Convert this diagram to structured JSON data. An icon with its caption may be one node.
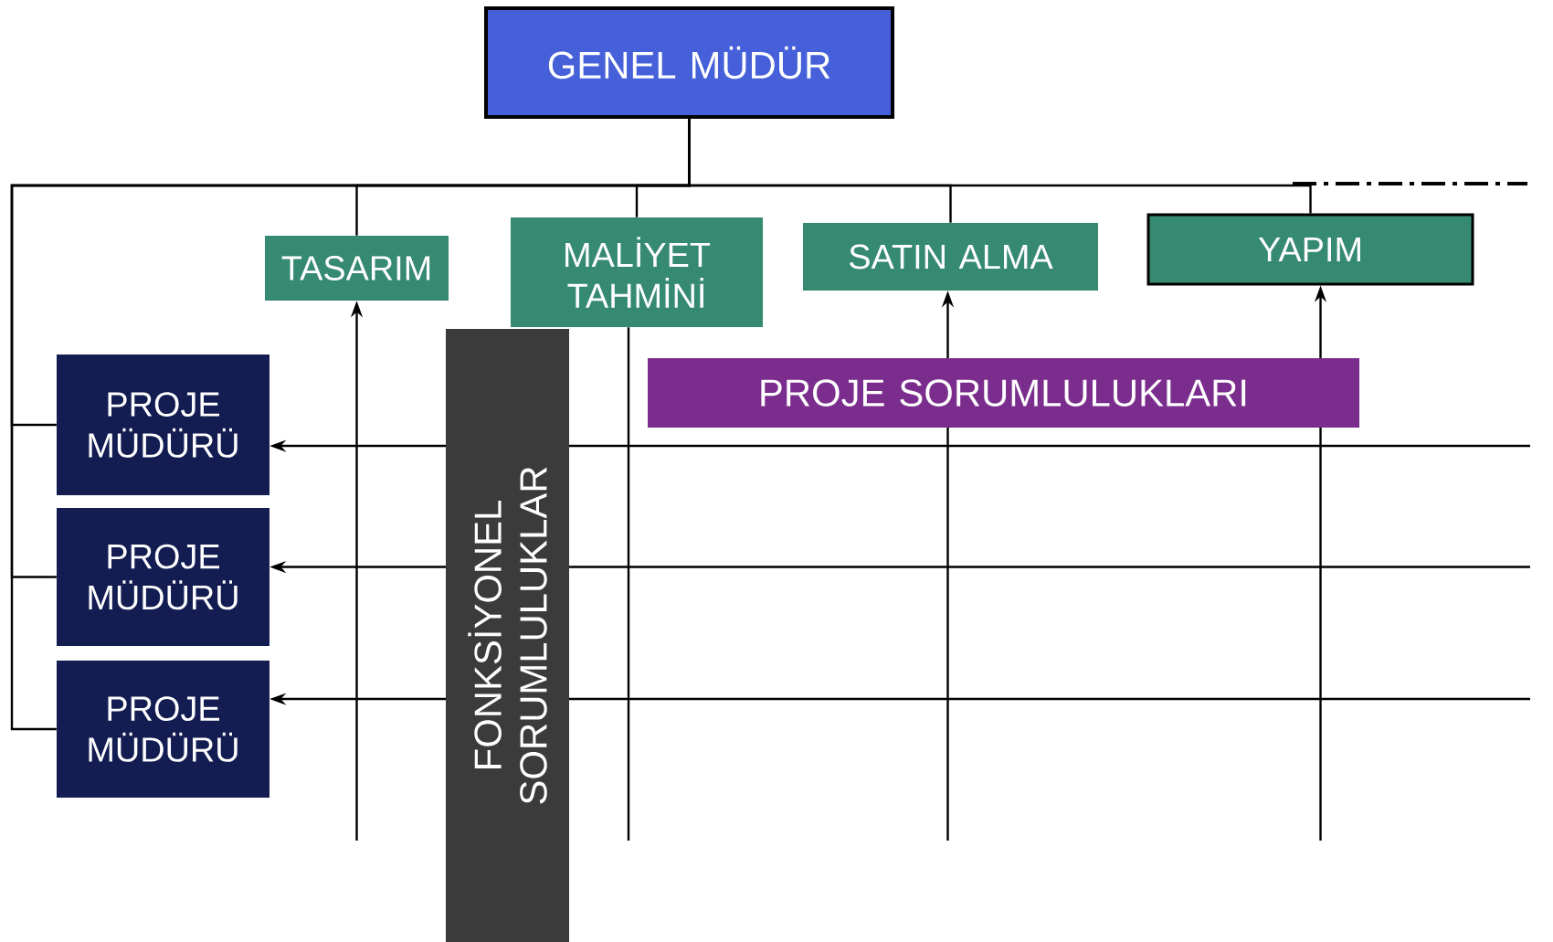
{
  "diagram": {
    "nodes": [
      {
        "text": [
          "GENEL MÜDÜR"
        ]
      },
      {
        "text": [
          "TASARIM"
        ]
      },
      {
        "text": [
          "MALİYET TAHMİNİ"
        ]
      },
      {
        "text": [
          "SATIN ALMA"
        ]
      },
      {
        "text": [
          "YAPIM"
        ]
      },
      {
        "text": [
          "PROJE MÜDÜRÜ"
        ]
      },
      {
        "text": [
          "PROJE MÜDÜRÜ"
        ]
      },
      {
        "text": [
          "PROJE MÜDÜRÜ"
        ]
      },
      {
        "text": [
          "FONKSİYONEL SORUMLULUKLAR"
        ]
      },
      {
        "text": [
          "PROJE SORUMLULUKLARI"
        ]
      }
    ],
    "edges": [
      {
        "from": 0,
        "to": 1,
        "arrow": "none"
      },
      {
        "from": 0,
        "to": 2,
        "arrow": "none"
      },
      {
        "from": 0,
        "to": 3,
        "arrow": "none"
      },
      {
        "from": 0,
        "to": 4,
        "arrow": "none"
      },
      {
        "from": 0,
        "to": 5,
        "arrow": "none"
      },
      {
        "from": 0,
        "to": 6,
        "arrow": "none"
      },
      {
        "from": 0,
        "to": 7,
        "arrow": "none"
      },
      {
        "from": null,
        "to": 1,
        "arrow": "to"
      },
      {
        "from": 2,
        "to": null,
        "arrow": "none"
      },
      {
        "from": null,
        "to": 3,
        "arrow": "to"
      },
      {
        "from": null,
        "to": 4,
        "arrow": "to"
      },
      {
        "from": null,
        "to": 5,
        "arrow": "to"
      },
      {
        "from": null,
        "to": 6,
        "arrow": "to"
      },
      {
        "from": null,
        "to": 7,
        "arrow": "to"
      }
    ]
  }
}
